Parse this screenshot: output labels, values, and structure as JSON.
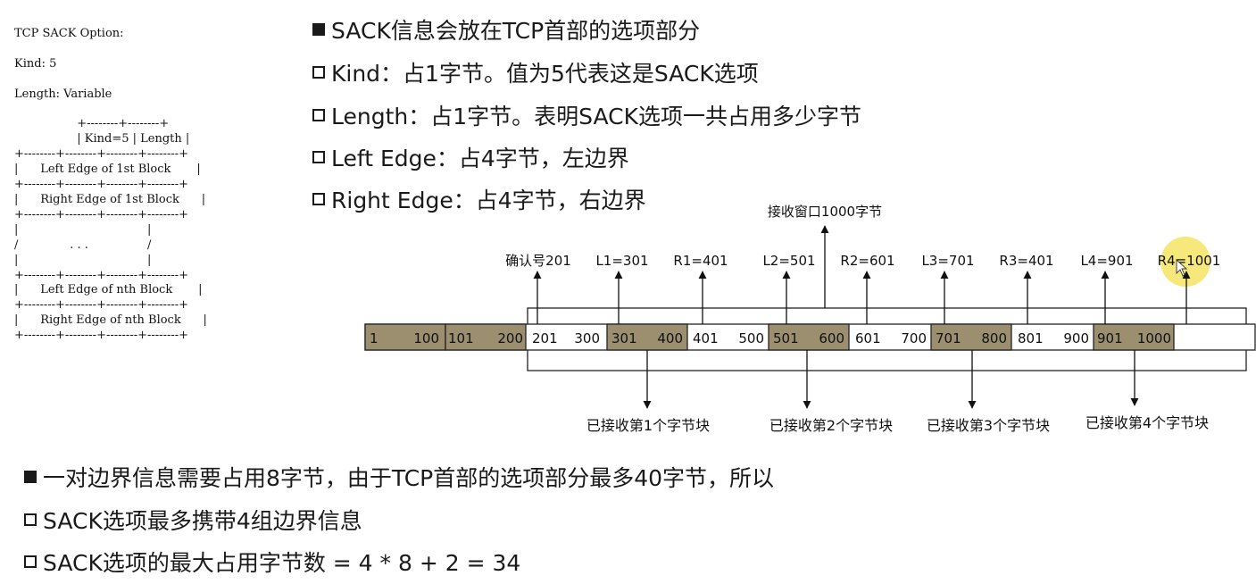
{
  "option_format": {
    "title": "TCP SACK Option:",
    "kind": "Kind: 5",
    "length": "Length: Variable",
    "header_cells": [
      "Kind=5",
      "Length"
    ],
    "rows": [
      "Left Edge of 1st Block",
      "Right Edge of 1st Block",
      ". . .",
      "Left Edge of nth Block",
      "Right Edge of nth Block"
    ]
  },
  "top_bullets": [
    {
      "style": "filled",
      "text": "SACK信息会放在TCP首部的选项部分"
    },
    {
      "style": "hollow",
      "text": "Kind：占1字节。值为5代表这是SACK选项"
    },
    {
      "style": "hollow",
      "text": "Length：占1字节。表明SACK选项一共占用多少字节"
    },
    {
      "style": "hollow",
      "text": "Left Edge：占4字节，左边界"
    },
    {
      "style": "hollow",
      "text": "Right Edge：占4字节，右边界"
    }
  ],
  "diagram": {
    "window_label": "接收窗口1000字节",
    "pointers": [
      "确认号201",
      "L1=301",
      "R1=401",
      "L2=501",
      "R2=601",
      "L3=701",
      "R3=401",
      "L4=901",
      "R4=1001"
    ],
    "segments": [
      {
        "start": "1",
        "end": "100",
        "received": true
      },
      {
        "start": "101",
        "end": "200",
        "received": true
      },
      {
        "start": "201",
        "end": "300",
        "received": false
      },
      {
        "start": "301",
        "end": "400",
        "received": true
      },
      {
        "start": "401",
        "end": "500",
        "received": false
      },
      {
        "start": "501",
        "end": "600",
        "received": true
      },
      {
        "start": "601",
        "end": "700",
        "received": false
      },
      {
        "start": "701",
        "end": "800",
        "received": true
      },
      {
        "start": "801",
        "end": "900",
        "received": false
      },
      {
        "start": "901",
        "end": "1000",
        "received": true
      }
    ],
    "block_captions": [
      "已接收第1个字节块",
      "已接收第2个字节块",
      "已接收第3个字节块",
      "已接收第4个字节块"
    ],
    "colors": {
      "received_fill": "#9c8f70",
      "empty_fill": "#ffffff",
      "stroke": "#222222",
      "highlight": "#f5e463"
    }
  },
  "bottom_bullets": [
    {
      "style": "filled",
      "text": "一对边界信息需要占用8字节，由于TCP首部的选项部分最多40字节，所以"
    },
    {
      "style": "hollow",
      "text": "SACK选项最多携带4组边界信息"
    },
    {
      "style": "hollow",
      "text": "SACK选项的最大占用字节数 = 4 * 8 + 2 = 34"
    }
  ]
}
